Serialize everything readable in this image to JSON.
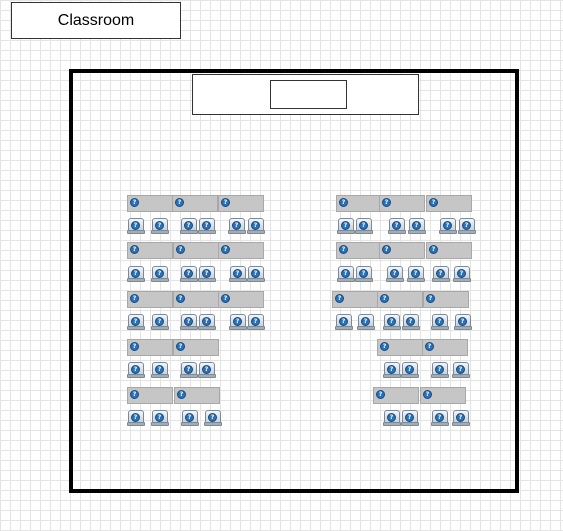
{
  "title": "Classroom",
  "icons": {
    "status": "question-mark-icon",
    "seat": "chair-icon"
  },
  "colors": {
    "desk": "#c6c6c6",
    "status_icon": "#2a71b8",
    "wall": "#000000"
  },
  "seat_status_glyph": "?",
  "layout_summary": {
    "left_group": {
      "desks": 13,
      "chairs": 26
    },
    "right_group": {
      "desks": 13,
      "chairs": 26
    }
  }
}
